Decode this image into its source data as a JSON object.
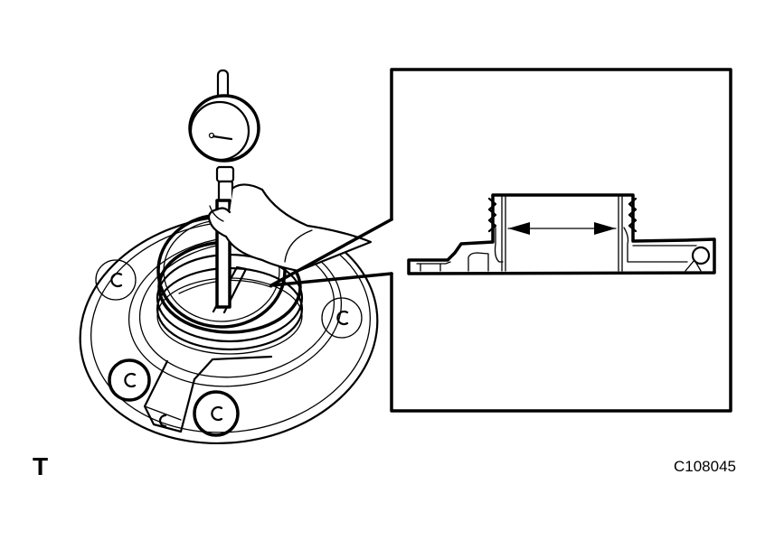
{
  "figure": {
    "view_label": "T",
    "figure_code": "C108045",
    "colors": {
      "line": "#000000",
      "background": "#ffffff"
    },
    "components": {
      "main_view": "housing-with-dial-gauge",
      "tool": "dial-indicator-gauge",
      "inset": "cross-section-detail",
      "measurement": "inner-diameter-arrow"
    }
  }
}
